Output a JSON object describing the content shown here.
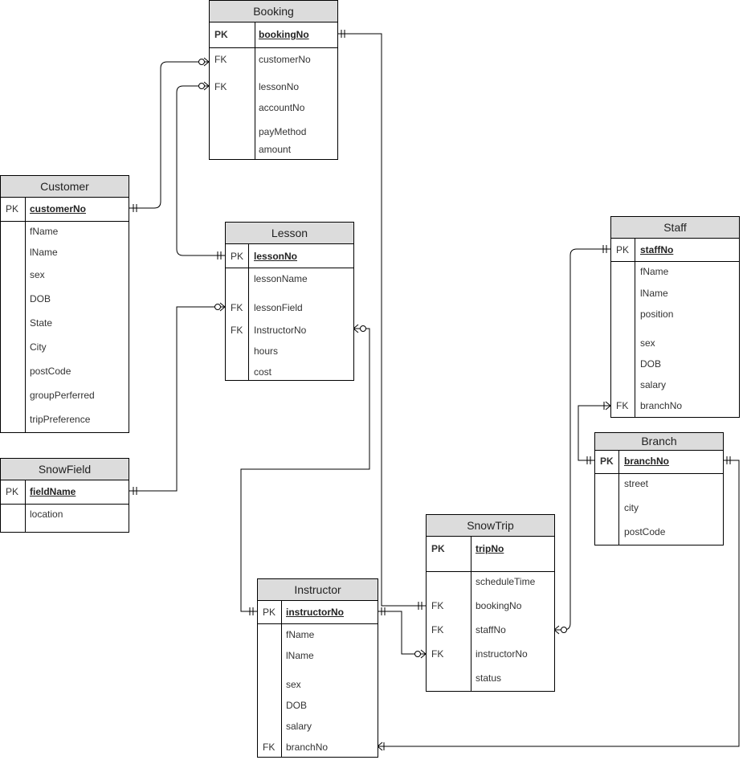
{
  "booking": {
    "title": "Booking",
    "pk_key": "PK",
    "pk_field": "bookingNo",
    "fk1_key": "FK",
    "f1": "customerNo",
    "fk2_key": "FK",
    "f2": "lessonNo",
    "f3": "accountNo",
    "f4": "payMethod",
    "f5": "amount"
  },
  "customer": {
    "title": "Customer",
    "pk_key": "PK",
    "pk_field": "customerNo",
    "f1": "fName",
    "f2": "lName",
    "f3": "sex",
    "f4": "DOB",
    "f5": "State",
    "f6": "City",
    "f7": "postCode",
    "f8": "groupPerferred",
    "f9": "tripPreference"
  },
  "lesson": {
    "title": "Lesson",
    "pk_key": "PK",
    "pk_field": "lessonNo",
    "f1": "lessonName",
    "fk1_key": "FK",
    "f2": "lessonField",
    "fk2_key": "FK",
    "f3": "InstructorNo",
    "f4": "hours",
    "f5": "cost"
  },
  "snowfield": {
    "title": "SnowField",
    "pk_key": "PK",
    "pk_field": "fieldName",
    "f1": "location"
  },
  "staff": {
    "title": "Staff",
    "pk_key": "PK",
    "pk_field": "staffNo",
    "f1": "fName",
    "f2": "lName",
    "f3": "position",
    "f4": "sex",
    "f5": "DOB",
    "f6": "salary",
    "fk_key": "FK",
    "f7": "branchNo"
  },
  "branch": {
    "title": "Branch",
    "pk_key": "PK",
    "pk_field": "branchNo",
    "f1": "street",
    "f2": "city",
    "f3": "postCode"
  },
  "snowtrip": {
    "title": "SnowTrip",
    "pk_key": "PK",
    "pk_field": "tripNo",
    "f1": "scheduleTime",
    "fk1_key": "FK",
    "f2": "bookingNo",
    "fk2_key": "FK",
    "f3": "staffNo",
    "fk3_key": "FK",
    "f4": "instructorNo",
    "f5": "status"
  },
  "instructor": {
    "title": "Instructor",
    "pk_key": "PK",
    "pk_field": "instructorNo",
    "f1": "fName",
    "f2": "lName",
    "f3": "sex",
    "f4": "DOB",
    "f5": "salary",
    "fk_key": "FK",
    "f6": "branchNo"
  }
}
